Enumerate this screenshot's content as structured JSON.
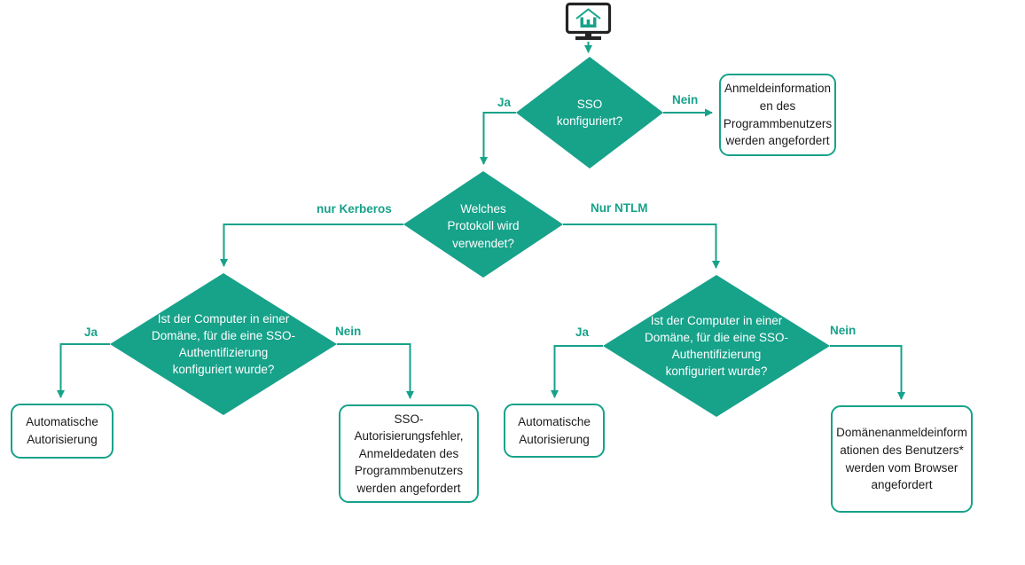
{
  "colors": {
    "accent": "#17A28A",
    "ink": "#1B1B1B",
    "monitor": "#242424",
    "diamond_text": "#FFFFFF"
  },
  "nodes": {
    "start_icon": "computer-home-icon",
    "sso_configured": "SSO\nkonfiguriert?",
    "program_user_credentials": "Anmeldeinformation\nen des\nProgrammbenutzers\nwerden angefordert",
    "which_protocol": "Welches\nProtokoll wird\nverwendet?",
    "domain_check_kerberos": "Ist der Computer in einer\nDomäne, für die eine SSO-\nAuthentifizierung\nkonfiguriert wurde?",
    "domain_check_ntlm": "Ist der Computer in einer\nDomäne, für die eine SSO-\nAuthentifizierung\nkonfiguriert wurde?",
    "auto_auth_kerberos": "Automatische\nAutorisierung",
    "sso_auth_error": "SSO-\nAutorisierungsfehler,\nAnmeldedaten des\nProgrammbenutzers\nwerden angefordert",
    "auto_auth_ntlm": "Automatische\nAutorisierung",
    "domain_credentials_browser": "Domänenanmeldeinform\nationen des Benutzers*\nwerden vom Browser\nangefordert"
  },
  "edges": {
    "sso_yes": "Ja",
    "sso_no": "Nein",
    "protocol_kerberos": "nur Kerberos",
    "protocol_ntlm": "Nur NTLM",
    "kerberos_yes": "Ja",
    "kerberos_no": "Nein",
    "ntlm_yes": "Ja",
    "ntlm_no": "Nein"
  }
}
